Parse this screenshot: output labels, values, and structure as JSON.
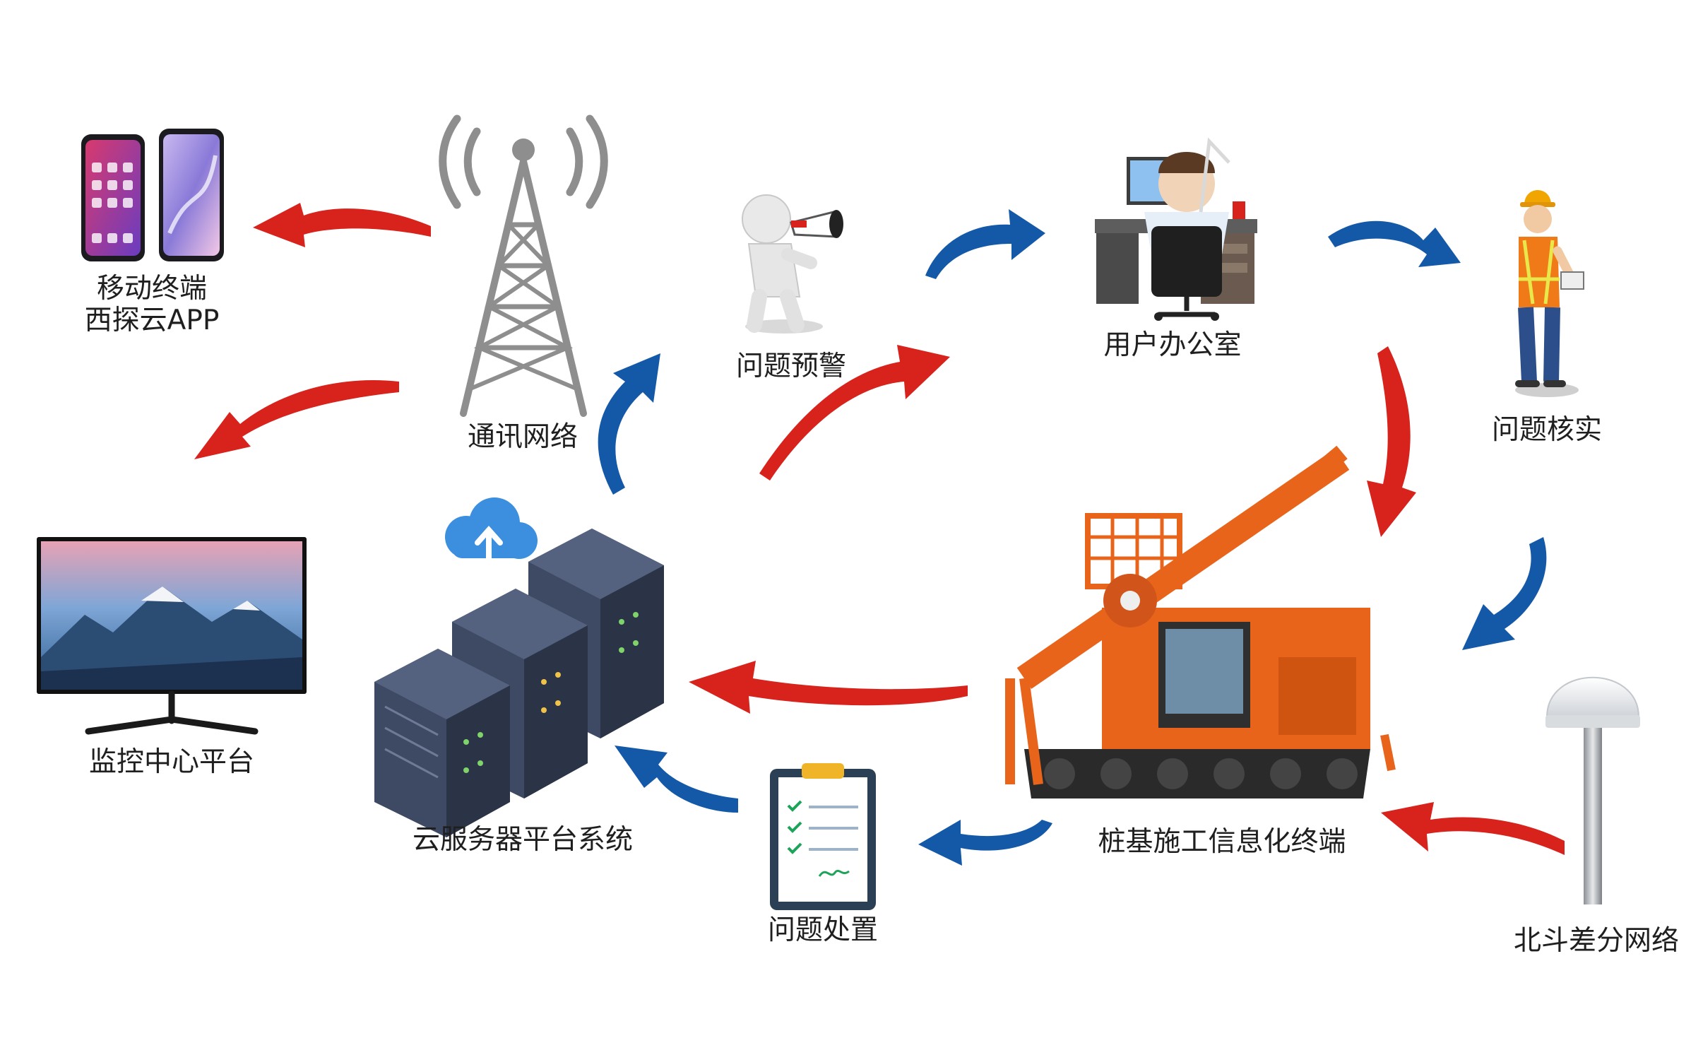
{
  "nodes": {
    "mobile": {
      "line1": "移动终端",
      "line2": "西探云APP"
    },
    "network": {
      "label": "通讯网络"
    },
    "warning": {
      "label": "问题预警"
    },
    "office": {
      "label": "用户办公室"
    },
    "verify": {
      "label": "问题核实"
    },
    "monitor": {
      "label": "监控中心平台"
    },
    "cloud": {
      "label": "云服务器平台系统"
    },
    "terminal": {
      "label": "桩基施工信息化终端"
    },
    "disposal": {
      "label": "问题处置"
    },
    "beidou": {
      "label": "北斗差分网络"
    }
  },
  "colors": {
    "red_arrow": "#d8221c",
    "blue_arrow": "#1459a8",
    "machine_orange": "#e8641b",
    "server_dark": "#3e4a63",
    "label_text": "#1f1f1f"
  }
}
